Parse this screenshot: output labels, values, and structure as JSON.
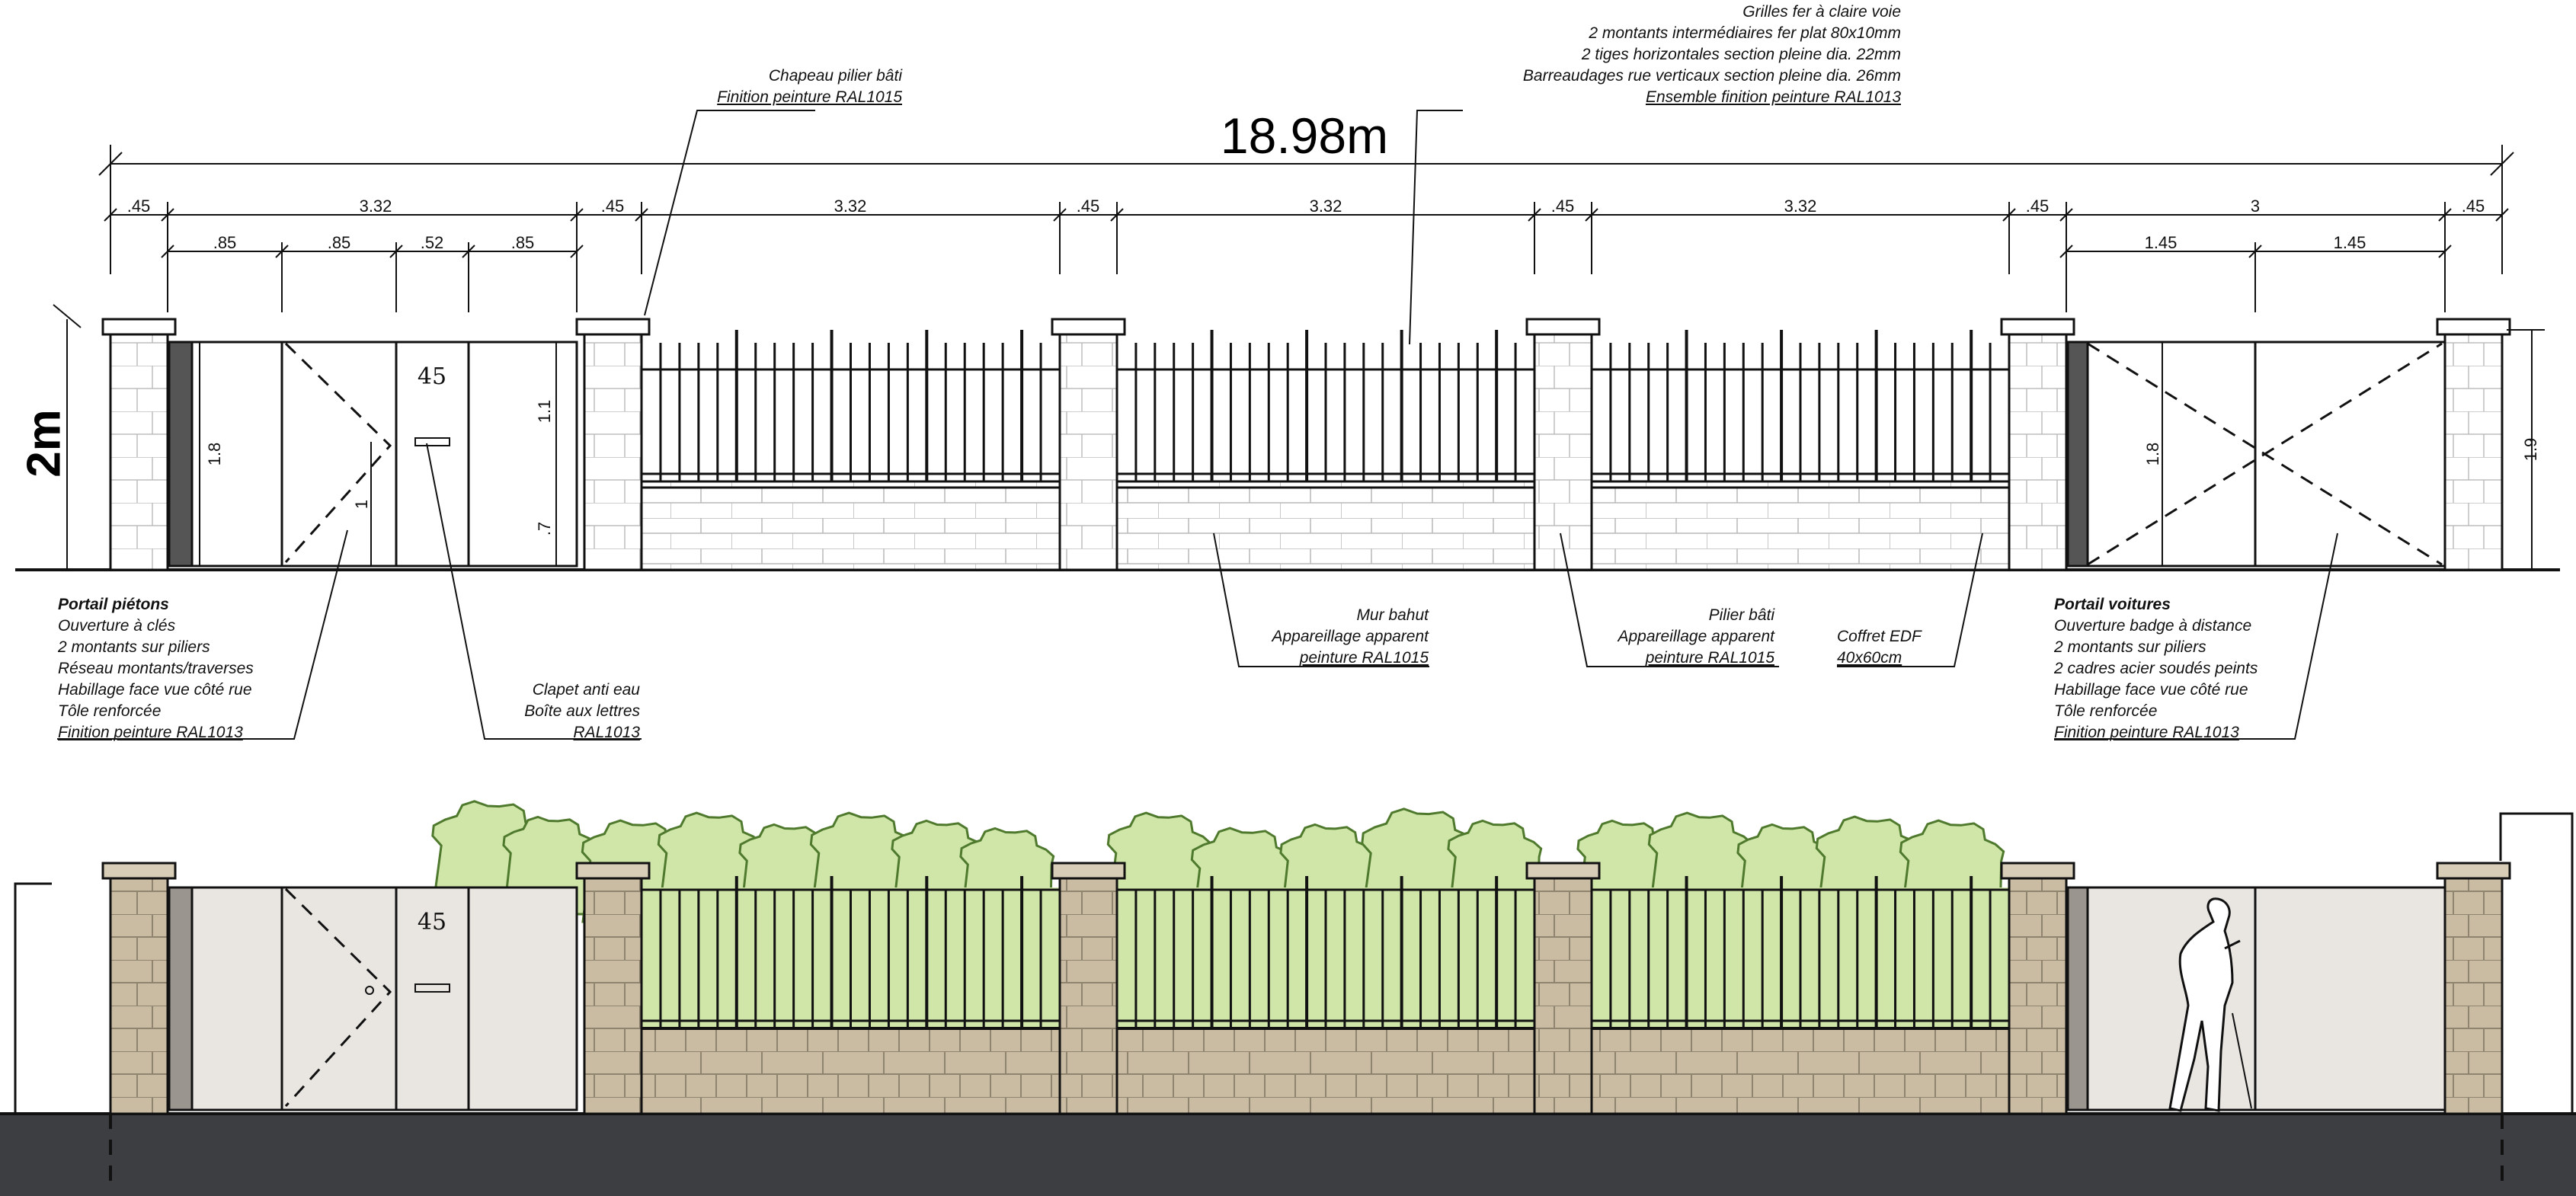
{
  "dimensions": {
    "total": "18.98m",
    "overall_height": "2m",
    "segments_top": [
      ".45",
      "3.32",
      ".45",
      "3.32",
      ".45",
      "3.32",
      ".45",
      "3.32",
      ".45",
      "3",
      ".45"
    ],
    "segments_pedestrian": [
      ".85",
      ".85",
      ".52",
      ".85"
    ],
    "segments_car_gate": [
      "1.45",
      "1.45"
    ],
    "gate_height_pedestrian": "1.8",
    "door_width_mark": "1",
    "grille_height": "1.1",
    "wall_height": ".7",
    "gate_height_car": "1.8",
    "post_height": "1.9"
  },
  "house_number": "45",
  "annotations": {
    "grilles": {
      "lines": [
        "Grilles fer à claire voie",
        "2 montants intermédiaires fer plat 80x10mm",
        "2 tiges horizontales section pleine dia. 22mm",
        "Barreaudages rue verticaux section pleine dia. 26mm",
        "Ensemble finition peinture RAL1013"
      ]
    },
    "chapeau": {
      "lines": [
        "Chapeau pilier bâti",
        "Finition peinture RAL1015"
      ]
    },
    "portail_pietons": {
      "title": "Portail piétons",
      "lines": [
        "Ouverture à clés",
        "2 montants sur piliers",
        "Réseau montants/traverses",
        "Habillage face vue côté rue",
        "Tôle renforcée",
        "Finition peinture RAL1013"
      ]
    },
    "clapet": {
      "lines": [
        "Clapet anti eau",
        "Boîte aux lettres",
        "RAL1013"
      ]
    },
    "mur_bahut": {
      "lines": [
        "Mur bahut",
        "Appareillage apparent",
        "peinture RAL1015"
      ]
    },
    "pilier_bati": {
      "lines": [
        "Pilier bâti",
        "Appareillage apparent",
        "peinture RAL1015"
      ]
    },
    "coffret": {
      "lines": [
        "Coffret EDF",
        "40x60cm"
      ]
    },
    "portail_voitures": {
      "title": "Portail voitures",
      "lines": [
        "Ouverture badge à distance",
        "2 montants sur piliers",
        "2 cadres acier soudés peints",
        "Habillage face vue côté rue",
        "Tôle renforcée",
        "Finition peinture RAL1013"
      ]
    }
  },
  "colors": {
    "stone": "#c9bca3",
    "cap": "#d8cdb6",
    "gate_fill": "#e9e6e2",
    "foliage": "#cfe6a8",
    "foliage_outline": "#4f7a2e",
    "road": "#3d3e42",
    "line": "#1a1a1a"
  }
}
